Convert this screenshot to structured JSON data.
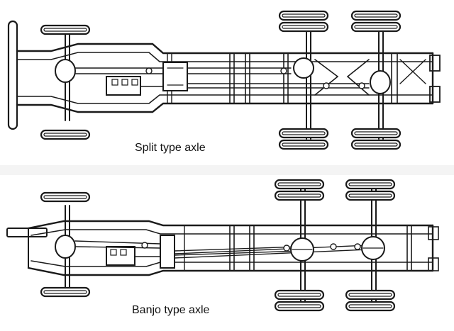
{
  "diagrams": [
    {
      "id": "split",
      "caption": "Split type axle"
    },
    {
      "id": "banjo",
      "caption": "Banjo type axle"
    }
  ],
  "colors": {
    "ink": "#1a1a1a",
    "paper": "#ffffff"
  }
}
